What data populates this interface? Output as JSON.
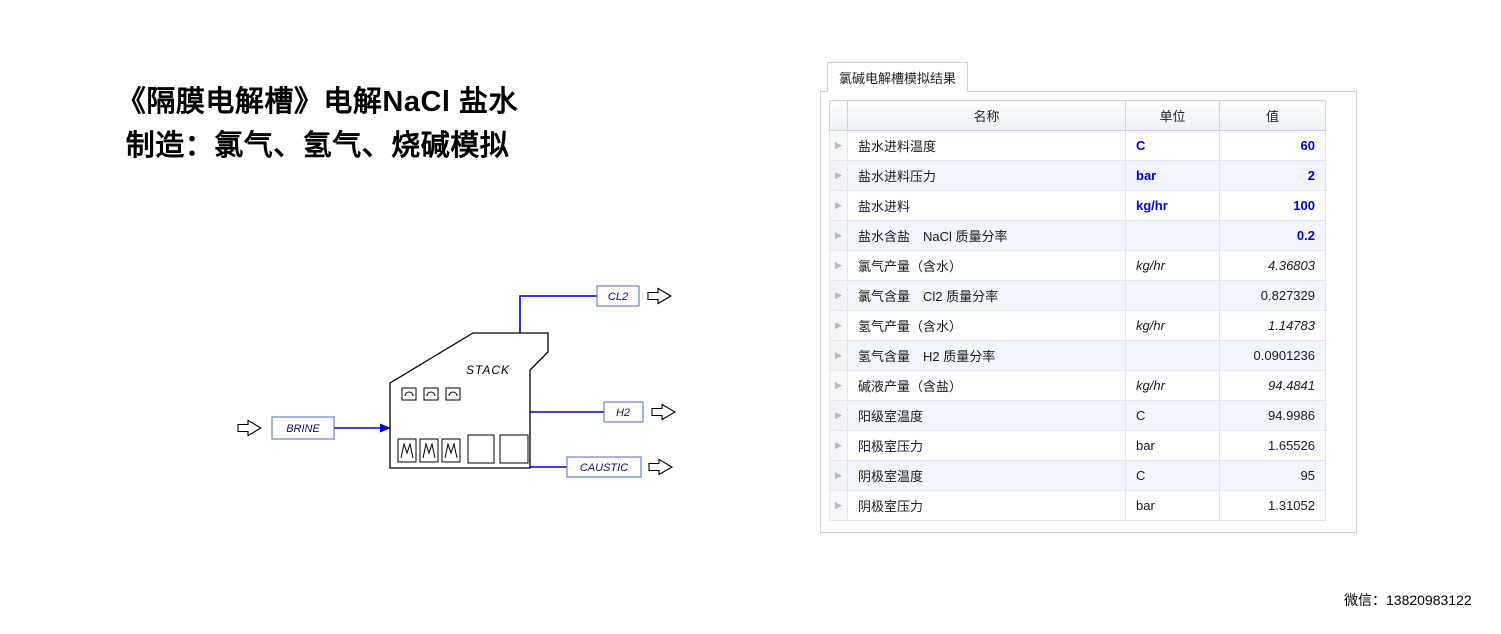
{
  "title": {
    "line1": "《隔膜电解槽》电解NaCl 盐水",
    "line2": "制造：氯气、氢气、烧碱模拟"
  },
  "diagram": {
    "block_label": "STACK",
    "streams": {
      "feed": "BRINE",
      "top": "CL2",
      "mid": "H2",
      "bottom": "CAUSTIC"
    },
    "stream_color": "#0000c8"
  },
  "panel": {
    "tab_label": "氯碱电解槽模拟结果",
    "table": {
      "headers": [
        "名称",
        "单位",
        "值"
      ],
      "rows": [
        {
          "name": "盐水进料温度",
          "unit": "C",
          "value": "60",
          "style": "input"
        },
        {
          "name": "盐水进料压力",
          "unit": "bar",
          "value": "2",
          "style": "input"
        },
        {
          "name": "盐水进料",
          "unit": "kg/hr",
          "value": "100",
          "style": "input"
        },
        {
          "name": "盐水含盐　NaCl 质量分率",
          "unit": "",
          "value": "0.2",
          "style": "input"
        },
        {
          "name": "氯气产量（含水）",
          "unit": "kg/hr",
          "value": "4.36803",
          "style": "result-italic"
        },
        {
          "name": "氯气含量　Cl2 质量分率",
          "unit": "",
          "value": "0.827329",
          "style": "result"
        },
        {
          "name": "氢气产量（含水）",
          "unit": "kg/hr",
          "value": "1.14783",
          "style": "result-italic"
        },
        {
          "name": "氢气含量　H2 质量分率",
          "unit": "",
          "value": "0.0901236",
          "style": "result"
        },
        {
          "name": "碱液产量（含盐）",
          "unit": "kg/hr",
          "value": "94.4841",
          "style": "result-italic"
        },
        {
          "name": "阳级室温度",
          "unit": "C",
          "value": "94.9986",
          "style": "result"
        },
        {
          "name": "阳极室压力",
          "unit": "bar",
          "value": "1.65526",
          "style": "result"
        },
        {
          "name": "阴极室温度",
          "unit": "C",
          "value": "95",
          "style": "result"
        },
        {
          "name": "阴极室压力",
          "unit": "bar",
          "value": "1.31052",
          "style": "result"
        }
      ]
    }
  },
  "footer": {
    "wechat": "微信：13820983122"
  },
  "colors": {
    "input_value_blue": "#0000cd",
    "stream_blue": "#0000c8"
  }
}
